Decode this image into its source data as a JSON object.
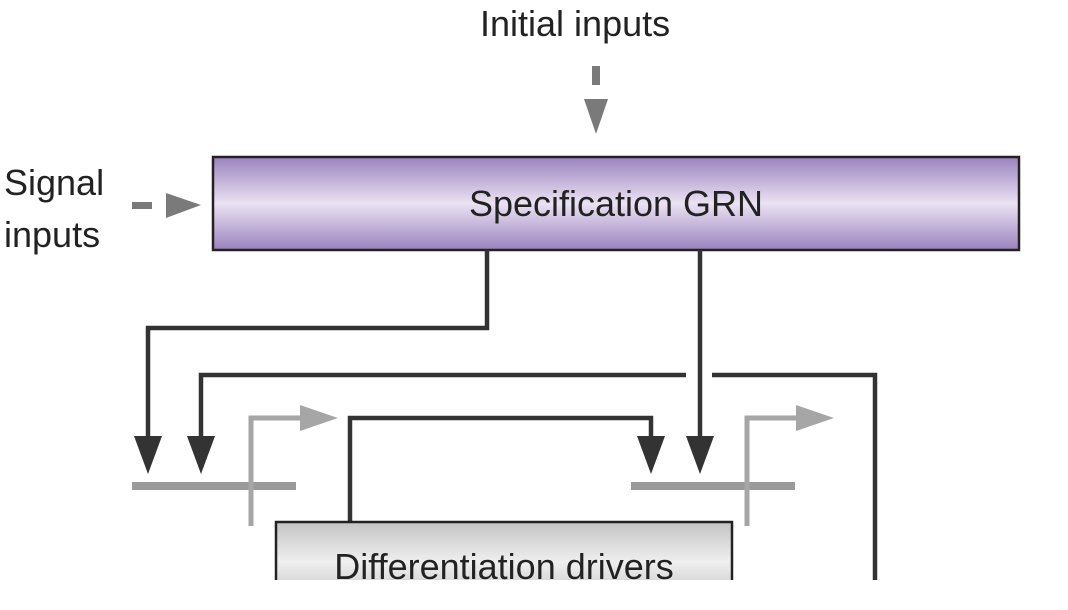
{
  "labels": {
    "initial_inputs": "Initial inputs",
    "signal_inputs_line1": "Signal",
    "signal_inputs_line2": "inputs"
  },
  "boxes": {
    "specification_grn": "Specification GRN",
    "differentiation_drivers": "Differentiation drivers"
  },
  "colors": {
    "box_purple_edge": "#9b84bf",
    "box_purple_center": "#e7def1",
    "box_gray": "#dcdcdc",
    "dark_arrow": "#333333",
    "input_arrow": "#7a7a7a",
    "light_gene": "#a6a6a6"
  }
}
